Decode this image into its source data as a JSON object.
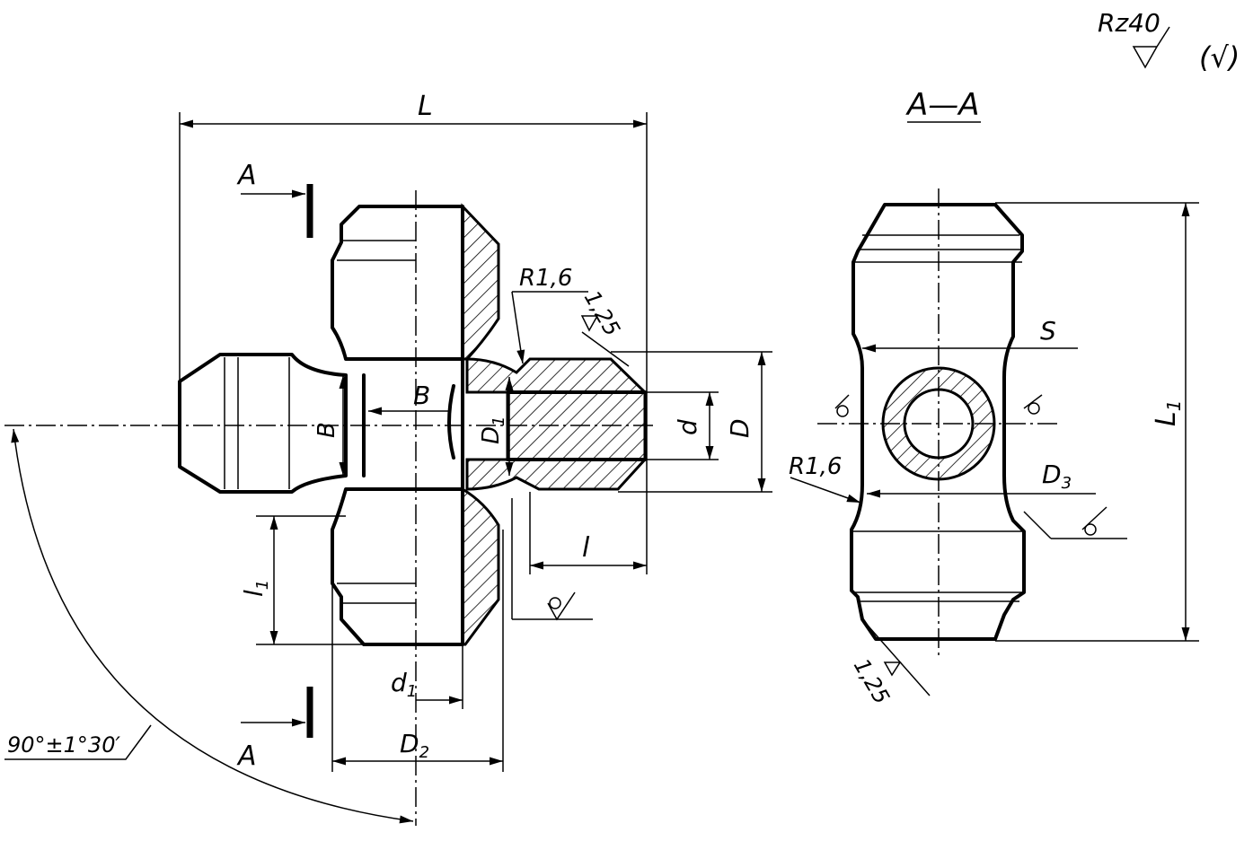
{
  "roughness": {
    "label": "Rz40",
    "parenthetical": "(√)"
  },
  "section": {
    "title": "A—A"
  },
  "labels": {
    "L": "L",
    "L1": "L",
    "L1_sub": "1",
    "A_top": "A",
    "A_bottom": "A",
    "B_inner": "B",
    "B_side": "B",
    "R16_left": "R1,6",
    "R16_right": "R1,6",
    "r125_top": "1,25",
    "r125_bottom": "1,25",
    "D1": "D",
    "D1_sub": "1",
    "d": "d",
    "D": "D",
    "l": "l",
    "l1": "l",
    "l1_sub": "1",
    "d1": "d",
    "d1_sub": "1",
    "D2": "D",
    "D2_sub": "2",
    "D3": "D",
    "D3_sub": "3",
    "S": "S",
    "angle": "90°±1°30′"
  }
}
